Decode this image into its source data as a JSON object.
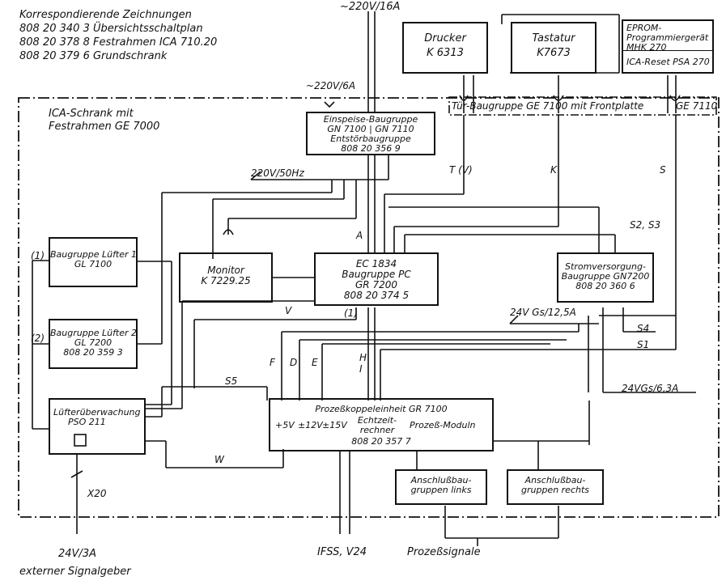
{
  "references": {
    "title": "Korrespondierende Zeichnungen",
    "lines": [
      "808 20 340 3 Übersichtsschaltplan",
      "808 20 378 8 Festrahmen ICA 710.20",
      "808 20 379 6 Grundschrank"
    ]
  },
  "labels": {
    "mains_top": "~220V/16A",
    "mains_inner": "~220V/6A",
    "cabinet_line1": "ICA-Schrank mit",
    "cabinet_line2": "Festrahmen GE 7000",
    "door_group": "Tür-Baugruppe GE 7100 mit Frontplatte",
    "door_group_code": "GE 7110",
    "v220_50hz": "220V/50Hz",
    "sig_T": "T (V)",
    "sig_K": "K",
    "sig_S": "S",
    "sig_A": "A",
    "sig_V": "V",
    "sig_1a": "(1)",
    "sig_1b": "(1)",
    "sig_2": "(2)",
    "s2s3": "S2, S3",
    "v24_12": "24V Gs/12,5A",
    "s4": "S4",
    "s1": "S1",
    "sig_F": "F",
    "sig_D": "D",
    "sig_E": "E",
    "sig_H": "H",
    "sig_I": "I",
    "s5": "S5",
    "w": "W",
    "v24_63": "24VGs/6,3A",
    "x20": "X20",
    "v24_3a": "24V/3A",
    "ext_signal": "externer Signalgeber",
    "ifss": "IFSS, V24",
    "process_signals": "Prozeßsignale"
  },
  "boxes": {
    "printer": {
      "name": "Drucker",
      "code": "K 6313"
    },
    "keyboard": {
      "name": "Tastatur",
      "code": "K7673"
    },
    "eprom": {
      "line1": "EPROM-Programmiergerät MHK 270",
      "line2": "ICA-Reset PSA 270"
    },
    "power_input": {
      "line1": "Einspeise-Baugruppe",
      "line2": "GN 7100 | GN 7110",
      "line3": "Entstörbaugruppe",
      "line4": "808 20 356 9"
    },
    "fan1": {
      "line1": "Baugruppe Lüfter 1",
      "line2": "GL 7100"
    },
    "fan2": {
      "line1": "Baugruppe Lüfter 2",
      "line2": "GL 7200",
      "line3": "808 20 359 3"
    },
    "monitor": {
      "line1": "Monitor",
      "line2": "K 7229.25"
    },
    "pc": {
      "line1": "EC 1834",
      "line2": "Baugruppe PC",
      "line3": "GR 7200",
      "line4": "808 20 374 5"
    },
    "psu": {
      "line1": "Stromversorgung-",
      "line2": "Baugruppe GN7200",
      "line3": "808 20 360 6"
    },
    "fan_monitor": {
      "line1": "Lüfterüberwachung",
      "line2": "PSO 211"
    },
    "coupler": {
      "line1": "Prozeßkoppeleinheit GR 7100",
      "v5": "+5V",
      "v12": "±12V",
      "v15": "±15V",
      "rtc": "Echtzeit-rechner",
      "modules": "Prozeß-Moduln",
      "code": "808 20 357 7"
    },
    "conn_left": {
      "line1": "Anschlußbau-",
      "line2": "gruppen links"
    },
    "conn_right": {
      "line1": "Anschlußbau-",
      "line2": "gruppen rechts"
    }
  }
}
